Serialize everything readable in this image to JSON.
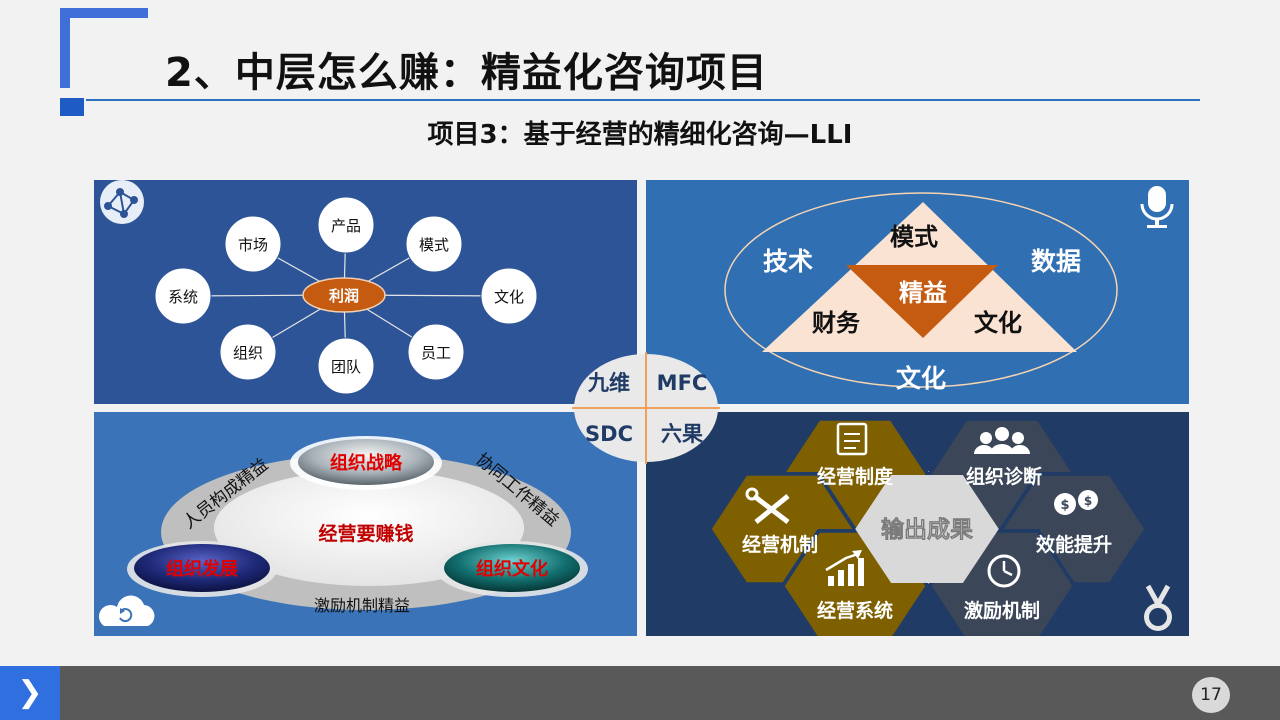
{
  "title": "2、中层怎么赚：精益化咨询项目",
  "subtitle": "项目3：基于经营的精细化咨询—LLI",
  "panel_profit": {
    "center": "利润",
    "nodes": [
      "产品",
      "模式",
      "文化",
      "员工",
      "团队",
      "组织",
      "系统",
      "市场"
    ]
  },
  "panel_triangle": {
    "top": "模式",
    "center": "精益",
    "bottom_left": "财务",
    "bottom_right": "文化",
    "left": "技术",
    "right": "数据",
    "bottom": "文化"
  },
  "center_quad": {
    "top_left": "九维",
    "top_right": "MFC",
    "bottom_left": "SDC",
    "bottom_right": "六果"
  },
  "panel_org": {
    "center": "经营要赚钱",
    "top": "组织战略",
    "left": "组织发展",
    "right": "组织文化",
    "arc_left": "人员构成精益",
    "arc_right": "协同工作精益",
    "arc_bottom": "激励机制精益"
  },
  "panel_output": {
    "center": "输出成果",
    "items": [
      "经营制度",
      "组织诊断",
      "效能提升",
      "激励机制",
      "经营系统",
      "经营机制"
    ]
  },
  "page_number": "17",
  "colors": {
    "accent_blue": "#3f6fd8",
    "orange": "#c55a11",
    "olive": "#7f6000",
    "slate": "#3b4658"
  }
}
